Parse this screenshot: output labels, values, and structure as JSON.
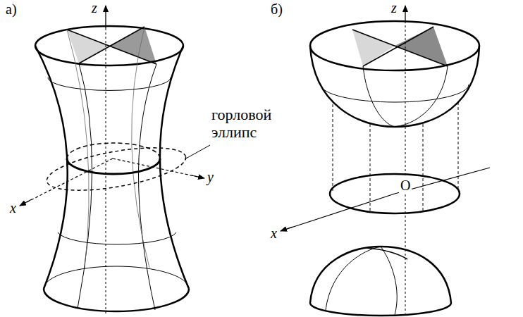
{
  "diagram": {
    "labels": [
      "а)",
      "z",
      "x",
      "y",
      "горловой эллипс",
      "б)",
      "z",
      "O",
      "x"
    ]
  }
}
